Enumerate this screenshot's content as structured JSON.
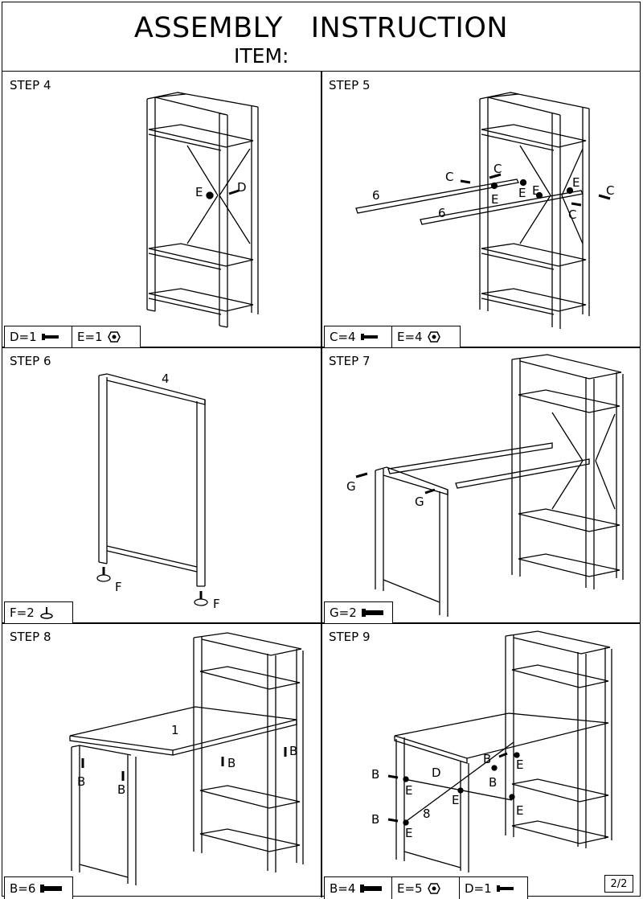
{
  "header": {
    "title": "ASSEMBLY   INSTRUCTION",
    "item_label": "ITEM:"
  },
  "steps": [
    {
      "label": "STEP 4",
      "legend": [
        {
          "text": "D=1",
          "icon": "bolt-icon"
        },
        {
          "text": "E=1",
          "icon": "nut-icon"
        }
      ],
      "callouts": [
        "E",
        "D"
      ]
    },
    {
      "label": "STEP 5",
      "legend": [
        {
          "text": "C=4",
          "icon": "bolt-icon"
        },
        {
          "text": "E=4",
          "icon": "nut-icon"
        }
      ],
      "callouts": [
        "C",
        "C",
        "E",
        "E",
        "E",
        "E",
        "C",
        "C",
        "6",
        "6"
      ]
    },
    {
      "label": "STEP 6",
      "legend": [
        {
          "text": "F=2",
          "icon": "foot-icon"
        }
      ],
      "callouts": [
        "4",
        "F",
        "F"
      ]
    },
    {
      "label": "STEP 7",
      "legend": [
        {
          "text": "G=2",
          "icon": "long-bolt-icon"
        }
      ],
      "callouts": [
        "G",
        "G"
      ]
    },
    {
      "label": "STEP 8",
      "legend": [
        {
          "text": "B=6",
          "icon": "long-bolt-icon"
        }
      ],
      "callouts": [
        "1",
        "B",
        "B",
        "B",
        "B"
      ]
    },
    {
      "label": "STEP 9",
      "legend": [
        {
          "text": "B=4",
          "icon": "long-bolt-icon"
        },
        {
          "text": "E=5",
          "icon": "nut-icon"
        },
        {
          "text": "D=1",
          "icon": "bolt-icon"
        }
      ],
      "callouts": [
        "B",
        "B",
        "B",
        "B",
        "E",
        "E",
        "E",
        "E",
        "E",
        "D",
        "8"
      ]
    }
  ],
  "page_number": "2/2"
}
